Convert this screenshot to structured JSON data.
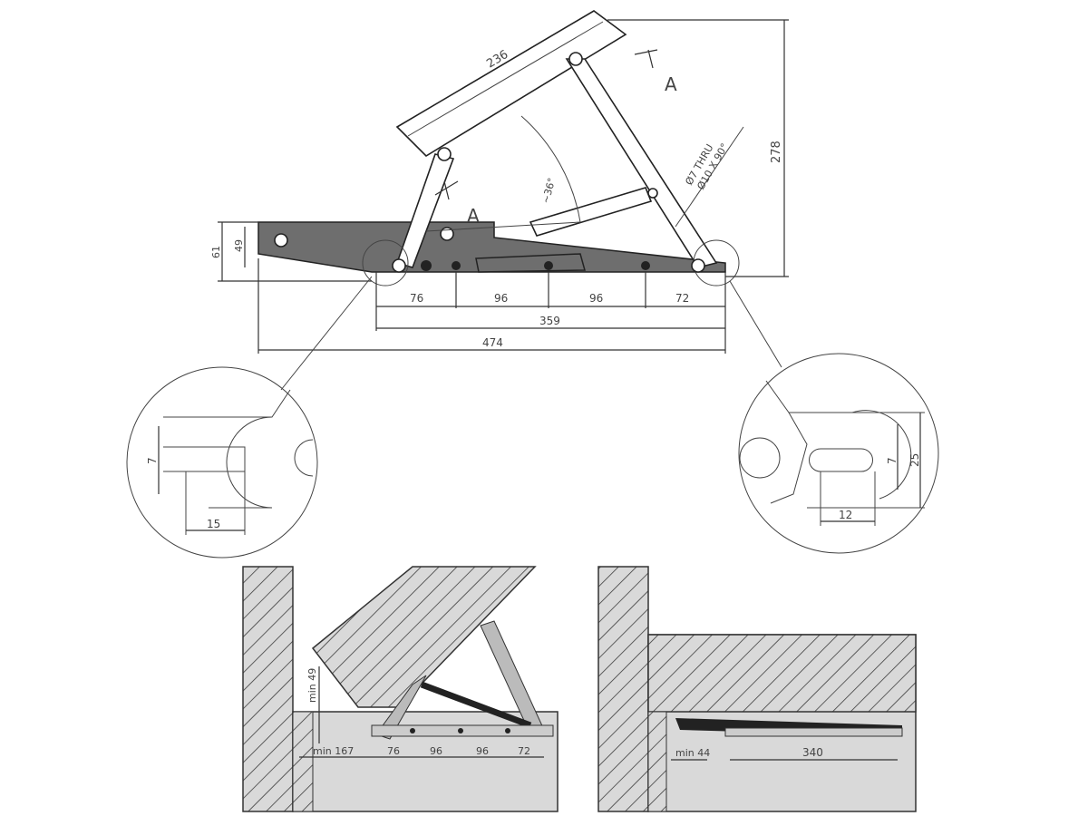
{
  "title": "Lift-up bed mechanism technical drawing",
  "main_view": {
    "lid_length": "236",
    "height_total": "278",
    "section_label_a1": "A",
    "section_label_a2": "A",
    "hole_note_1": "Ø7 THRU",
    "hole_note_2": "Ø10 X 90°",
    "angle": "~36°",
    "height_61": "61",
    "height_49": "49",
    "spacing": [
      "76",
      "96",
      "96",
      "72"
    ],
    "length_359": "359",
    "length_474": "474"
  },
  "detail_left": {
    "slot_height": "7",
    "slot_length": "15"
  },
  "detail_right": {
    "slot_height": "7",
    "height": "25",
    "slot_length": "12"
  },
  "install_open": {
    "min_height": "min 49",
    "min_offset": "min 167",
    "spacing": [
      "76",
      "96",
      "96",
      "72"
    ]
  },
  "install_closed": {
    "min_offset": "min 44",
    "length": "340"
  },
  "colors": {
    "part_fill": "#6e6e6e",
    "box_fill": "#d9d9d9",
    "line": "#222222"
  }
}
